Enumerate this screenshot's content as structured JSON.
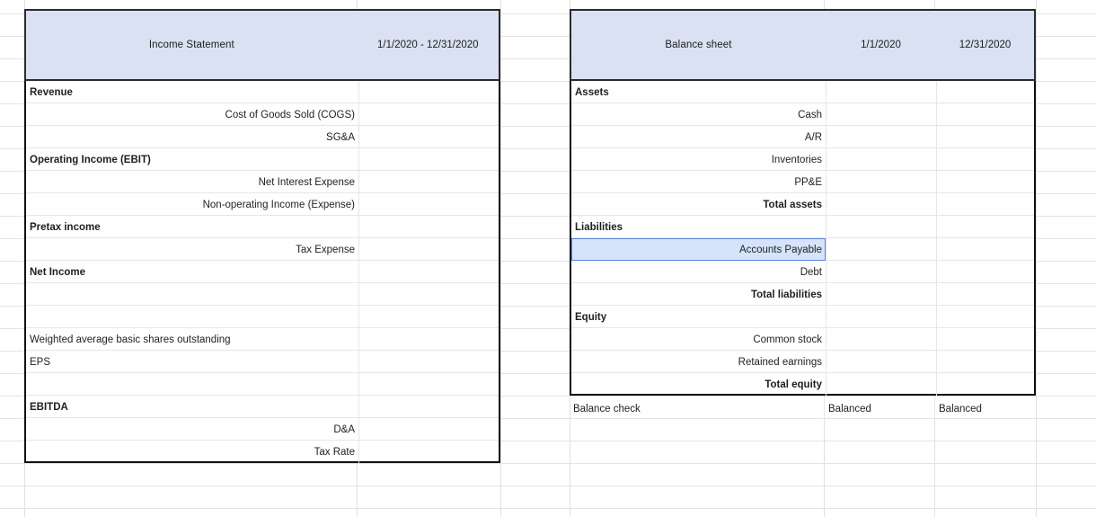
{
  "app": {
    "type": "spreadsheet",
    "grid_line_color": "#e4e4e4",
    "header_fill": "#d9e1f2",
    "selection_fill": "#d6e4fb",
    "selection_border": "#5b87d6"
  },
  "income_statement": {
    "header": {
      "title": "Income Statement",
      "period": "1/1/2020 - 12/31/2020"
    },
    "rows": [
      {
        "label": "Revenue",
        "style": "bold",
        "value": ""
      },
      {
        "label": "Cost of Goods Sold (COGS)",
        "style": "indent",
        "value": ""
      },
      {
        "label": "SG&A",
        "style": "indent",
        "value": ""
      },
      {
        "label": "Operating Income (EBIT)",
        "style": "bold",
        "value": ""
      },
      {
        "label": "Net Interest Expense",
        "style": "indent",
        "value": ""
      },
      {
        "label": "Non-operating Income (Expense)",
        "style": "indent",
        "value": ""
      },
      {
        "label": "Pretax income",
        "style": "bold",
        "value": ""
      },
      {
        "label": "Tax Expense",
        "style": "indent",
        "value": ""
      },
      {
        "label": "Net Income",
        "style": "bold",
        "value": ""
      },
      {
        "label": "",
        "style": "plain",
        "value": ""
      },
      {
        "label": "",
        "style": "plain",
        "value": ""
      },
      {
        "label": "Weighted average basic shares outstanding",
        "style": "plain",
        "value": ""
      },
      {
        "label": "EPS",
        "style": "plain",
        "value": ""
      },
      {
        "label": "",
        "style": "plain",
        "value": ""
      },
      {
        "label": "EBITDA",
        "style": "bold",
        "value": ""
      },
      {
        "label": "D&A",
        "style": "indent",
        "value": ""
      },
      {
        "label": "Tax Rate",
        "style": "indent",
        "value": ""
      }
    ]
  },
  "balance_sheet": {
    "header": {
      "title": "Balance sheet",
      "col1": "1/1/2020",
      "col2": "12/31/2020"
    },
    "rows": [
      {
        "label": "Assets",
        "style": "bold",
        "v1": "",
        "v2": ""
      },
      {
        "label": "Cash",
        "style": "indent",
        "v1": "",
        "v2": ""
      },
      {
        "label": "A/R",
        "style": "indent",
        "v1": "",
        "v2": ""
      },
      {
        "label": "Inventories",
        "style": "indent",
        "v1": "",
        "v2": ""
      },
      {
        "label": "PP&E",
        "style": "indent",
        "v1": "",
        "v2": ""
      },
      {
        "label": "Total assets",
        "style": "indent-bold",
        "v1": "",
        "v2": ""
      },
      {
        "label": "Liabilities",
        "style": "bold",
        "v1": "",
        "v2": ""
      },
      {
        "label": "Accounts Payable",
        "style": "indent",
        "v1": "",
        "v2": "",
        "selected": true
      },
      {
        "label": "Debt",
        "style": "indent",
        "v1": "",
        "v2": ""
      },
      {
        "label": "Total liabilities",
        "style": "indent-bold",
        "v1": "",
        "v2": ""
      },
      {
        "label": "Equity",
        "style": "bold",
        "v1": "",
        "v2": ""
      },
      {
        "label": "Common stock",
        "style": "indent",
        "v1": "",
        "v2": ""
      },
      {
        "label": "Retained earnings",
        "style": "indent",
        "v1": "",
        "v2": ""
      },
      {
        "label": "Total equity",
        "style": "indent-bold",
        "v1": "",
        "v2": ""
      }
    ],
    "balance_check": {
      "label": "Balance check",
      "v1": "Balanced",
      "v2": "Balanced"
    }
  }
}
